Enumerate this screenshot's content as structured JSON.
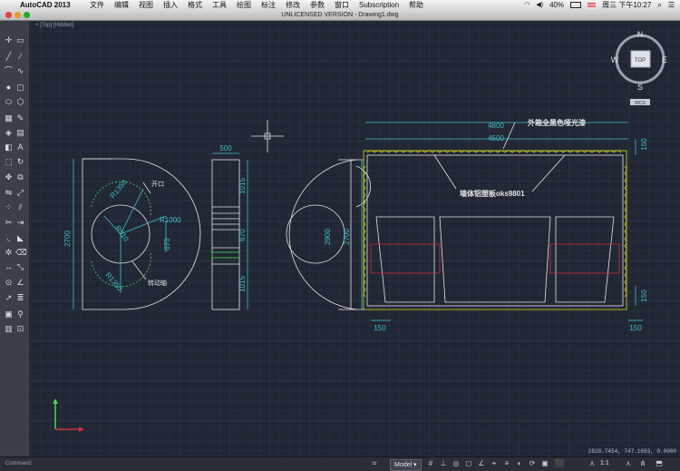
{
  "menubar": {
    "apple_icon": "apple-icon",
    "app_name": "AutoCAD 2013",
    "menus": [
      "文件",
      "编辑",
      "视图",
      "插入",
      "格式",
      "工具",
      "绘图",
      "标注",
      "修改",
      "参数",
      "窗口",
      "Subscription",
      "帮助"
    ],
    "battery": "40%",
    "clock": "周三 下午10:27"
  },
  "window": {
    "title": "UNLICENSED VERSION - Drawing1.dwg"
  },
  "viewport": {
    "label": "+ [Top] [Hidden]"
  },
  "viewcube": {
    "north": "N",
    "south": "S",
    "east": "E",
    "west": "W",
    "face": "TOP",
    "wcs": "WCS"
  },
  "drawing": {
    "labels": {
      "r1350_top": "R1350",
      "r510": "R510",
      "r1000": "R1000",
      "r1350_bottom": "R1350",
      "d2700_left": "2700",
      "d670_a": "670",
      "kaikou": "开口",
      "zhuandongzhou": "转动轴",
      "d500": "500",
      "d1015_top": "1015",
      "d670_b": "670",
      "d1015_bottom": "1015",
      "d2900": "2900",
      "d2700_mid": "2700",
      "d4800": "4800",
      "d4500": "4500",
      "waixiang": "外箱全黑色哑光漆",
      "qiangti": "墙体铝塑板oks9801",
      "d150_tr": "150",
      "d150_br": "150",
      "d150_bl": "150",
      "d150_bm": "150"
    }
  },
  "statusbar": {
    "coords": "2828.7454, 747.1693, 0.0000",
    "model_tab": "Model",
    "scale": "1:1",
    "command_prompt": "Command:"
  },
  "colors": {
    "cyan": "#3fc1c9",
    "white": "#e6e6e6",
    "yellow": "#d8d825",
    "red": "#c8303a",
    "green": "#4fd35a"
  }
}
